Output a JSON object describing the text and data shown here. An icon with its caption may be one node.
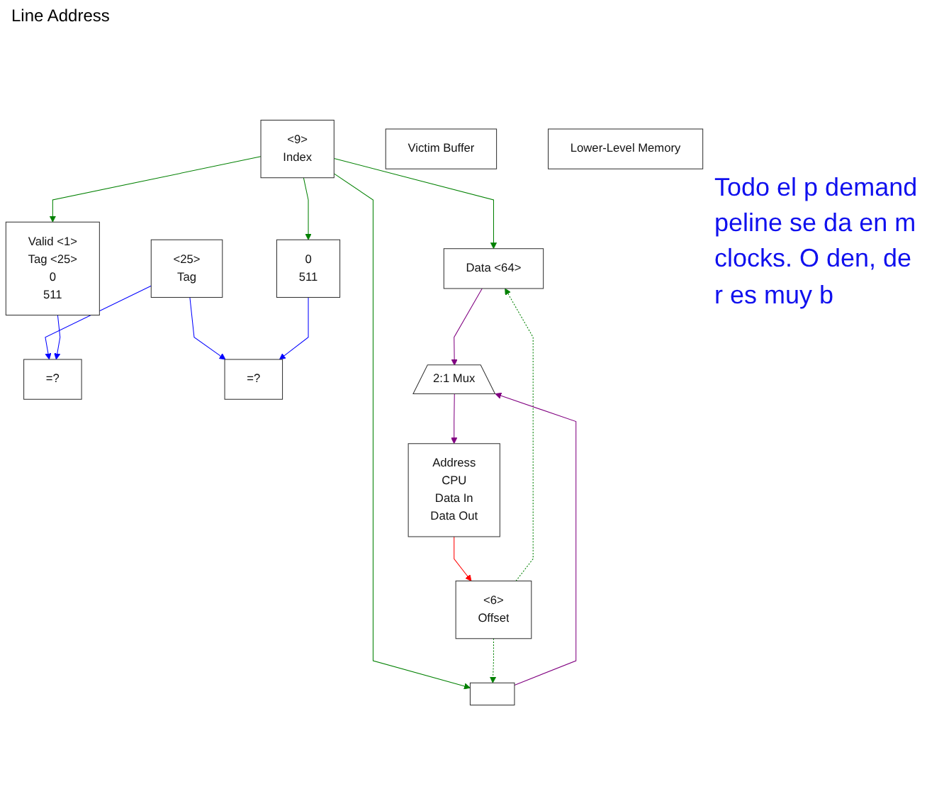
{
  "diagram": {
    "nodes": [
      {
        "text": [
          "<25>",
          "Tag"
        ]
      },
      {
        "text": [
          "<9>",
          "Index"
        ]
      },
      {
        "text": [
          "<6>",
          "Offset"
        ]
      },
      {
        "text": [
          "Valid <1>",
          "Tag <25>",
          "0",
          "511"
        ]
      },
      {
        "text": [
          "Data <64>"
        ]
      },
      {
        "text": [
          "=?"
        ]
      },
      {
        "text": [
          "0",
          "511"
        ]
      },
      {
        "text": [],
        "shape": "box"
      },
      {
        "text": [
          "=?"
        ]
      },
      {
        "text": [
          "2:1  Mux"
        ]
      },
      {
        "text": [
          "Address",
          "CPU",
          "Data In",
          "Data Out"
        ]
      },
      {
        "text": [
          "Victim Buffer"
        ]
      },
      {
        "text": [
          "Lower-Level Memory"
        ]
      }
    ],
    "edges": [
      {
        "from": 1,
        "to": 3,
        "arrow": "to",
        "color": "#008000"
      },
      {
        "from": 1,
        "to": 4,
        "arrow": "to",
        "color": "#008000"
      },
      {
        "from": 1,
        "to": 6,
        "arrow": "to",
        "color": "#008000"
      },
      {
        "from": 1,
        "to": 7,
        "arrow": "to",
        "color": "#008000"
      },
      {
        "from": 2,
        "to": 4,
        "arrow": "to",
        "style": "dashed",
        "color": "#008000"
      },
      {
        "from": 2,
        "to": 7,
        "arrow": "to",
        "style": "dashed",
        "color": "#008000"
      },
      {
        "from": 0,
        "to": 5,
        "arrow": "to",
        "color": "#0000ff"
      },
      {
        "from": 0,
        "to": 8,
        "arrow": "to",
        "color": "#0000ff"
      },
      {
        "from": 3,
        "to": 5,
        "arrow": "to",
        "color": "#0000ff"
      },
      {
        "from": 6,
        "to": 8,
        "arrow": "to",
        "color": "#0000ff"
      },
      {
        "from": 4,
        "to": 9,
        "arrow": "to",
        "color": "#800080"
      },
      {
        "from": 7,
        "to": 9,
        "arrow": "to",
        "color": "#800080"
      },
      {
        "from": 9,
        "to": 10,
        "arrow": "to",
        "color": "#800080"
      },
      {
        "from": 10,
        "to": 2,
        "arrow": "to",
        "color": "#ff0000"
      }
    ],
    "labels": [
      "Line Address",
      "Todo el p demand peline se da en m clocks. O den, de r es muy b"
    ]
  }
}
